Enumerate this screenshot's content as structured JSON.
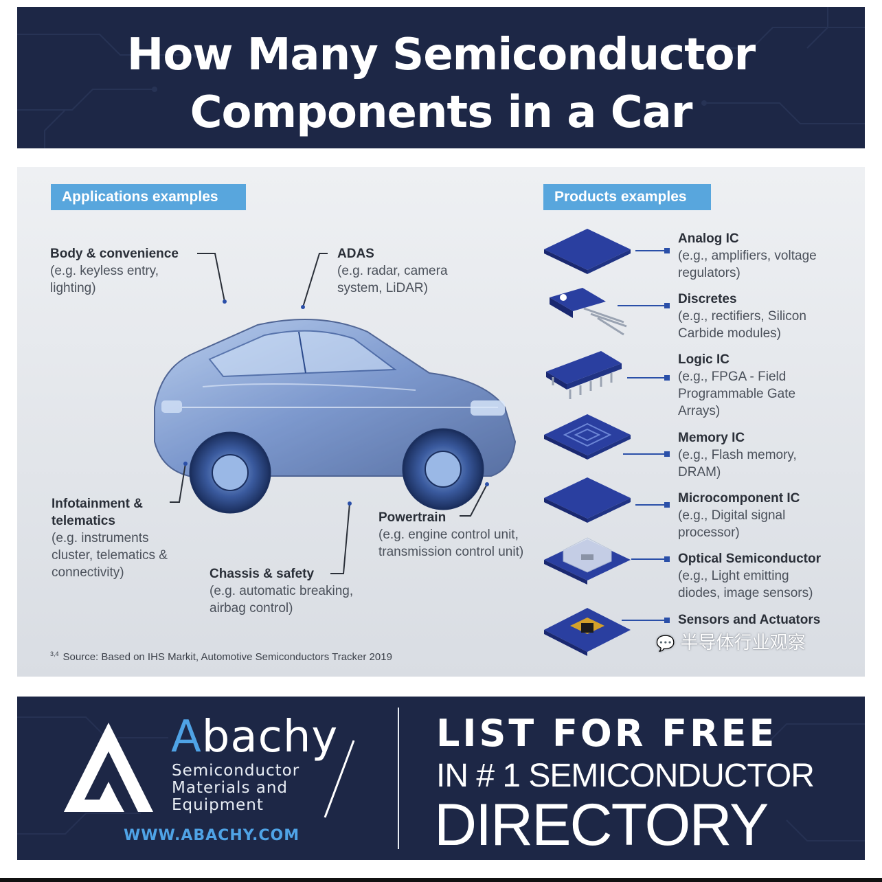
{
  "header": {
    "title_line1": "How Many Semiconductor",
    "title_line2": "Components in a Car"
  },
  "infographic": {
    "applications_label": "Applications examples",
    "products_label": "Products examples",
    "applications": [
      {
        "title": "Body & convenience",
        "desc1": "(e.g. keyless entry,",
        "desc2": "lighting)"
      },
      {
        "title": "ADAS",
        "desc1": "(e.g. radar, camera",
        "desc2": "system, LiDAR)"
      },
      {
        "title1": "Infotainment &",
        "title2": "telematics",
        "desc1": "(e.g. instruments",
        "desc2": "cluster, telematics &",
        "desc3": "connectivity)"
      },
      {
        "title": "Powertrain",
        "desc1": "(e.g. engine control unit,",
        "desc2": "transmission control unit)"
      },
      {
        "title": "Chassis & safety",
        "desc1": "(e.g. automatic breaking,",
        "desc2": "airbag control)"
      }
    ],
    "products": [
      {
        "title": "Analog IC",
        "desc1": "(e.g., amplifiers, voltage",
        "desc2": "regulators)"
      },
      {
        "title": "Discretes",
        "desc1": "(e.g., rectifiers, Silicon",
        "desc2": "Carbide modules)"
      },
      {
        "title": "Logic IC",
        "desc1": "(e.g., FPGA - Field",
        "desc2": "Programmable Gate",
        "desc3": "Arrays)"
      },
      {
        "title": "Memory IC",
        "desc1": "(e.g., Flash memory,",
        "desc2": "DRAM)"
      },
      {
        "title": "Microcomponent IC",
        "desc1": "(e.g., Digital signal",
        "desc2": "processor)"
      },
      {
        "title": "Optical Semiconductor",
        "desc1": "(e.g., Light emitting",
        "desc2": "diodes, image sensors)"
      },
      {
        "title": "Sensors and Actuators"
      }
    ],
    "source_sup": "3,4",
    "source": "Source: Based on IHS Markit, Automotive Semiconductors Tracker 2019",
    "watermark": "半导体行业观察"
  },
  "footer": {
    "brand_first": "A",
    "brand_rest": "bachy",
    "tagline1": "Semiconductor",
    "tagline2": "Materials and",
    "tagline3": "Equipment",
    "url": "WWW.ABACHY.COM",
    "cta_line1": "LIST FOR FREE",
    "cta_line2": "IN # 1 SEMICONDUCTOR",
    "cta_line3": "DIRECTORY"
  },
  "colors": {
    "banner": "#1d2746",
    "tag": "#58a6dd",
    "accent": "#4fa3e6",
    "chip": "#2a3fa0"
  }
}
